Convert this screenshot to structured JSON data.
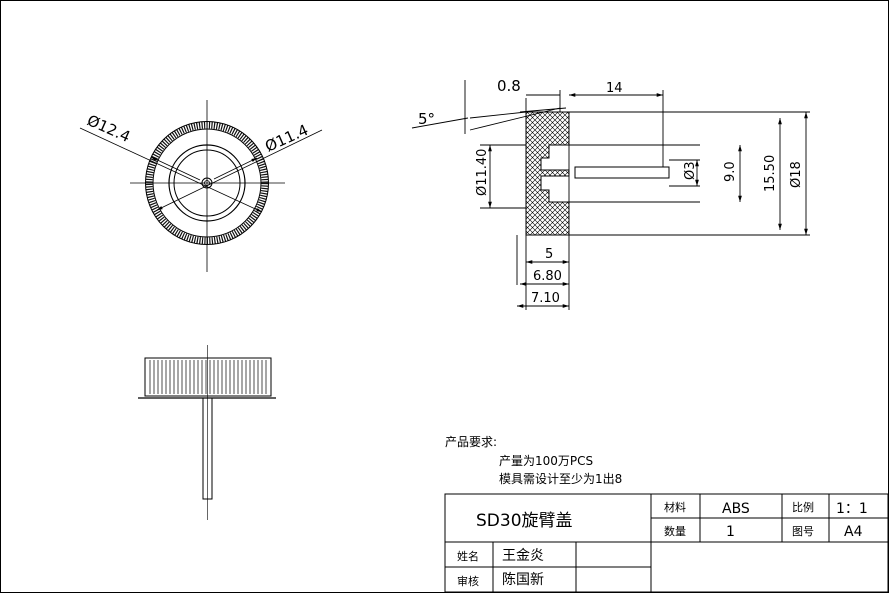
{
  "front_view": {
    "dim_outer": "Ø12.4",
    "dim_inner": "Ø11.4"
  },
  "section_view": {
    "dim_angle": "5°",
    "dim_wall": "0.8",
    "dim_shaft_len": "14",
    "dim_hub_dia": "Ø11.40",
    "dim_shaft_dia": "Ø3",
    "dim_9": "9.0",
    "dim_15": "15.50",
    "dim_18": "Ø18",
    "dim_5": "5",
    "dim_680": "6.80",
    "dim_710": "7.10"
  },
  "notes": {
    "heading": "产品要求:",
    "line1": "产量为100万PCS",
    "line2": "模具需设计至少为1出8"
  },
  "title_block": {
    "part_name": "SD30旋臂盖",
    "material_label": "材料",
    "material_value": "ABS",
    "scale_label": "比例",
    "scale_value": "1：1",
    "qty_label": "数量",
    "qty_value": "1",
    "sheet_label": "图号",
    "sheet_value": "A4",
    "name_label": "姓名",
    "name_value": "王金炎",
    "review_label": "审核",
    "review_value": "陈国新"
  }
}
